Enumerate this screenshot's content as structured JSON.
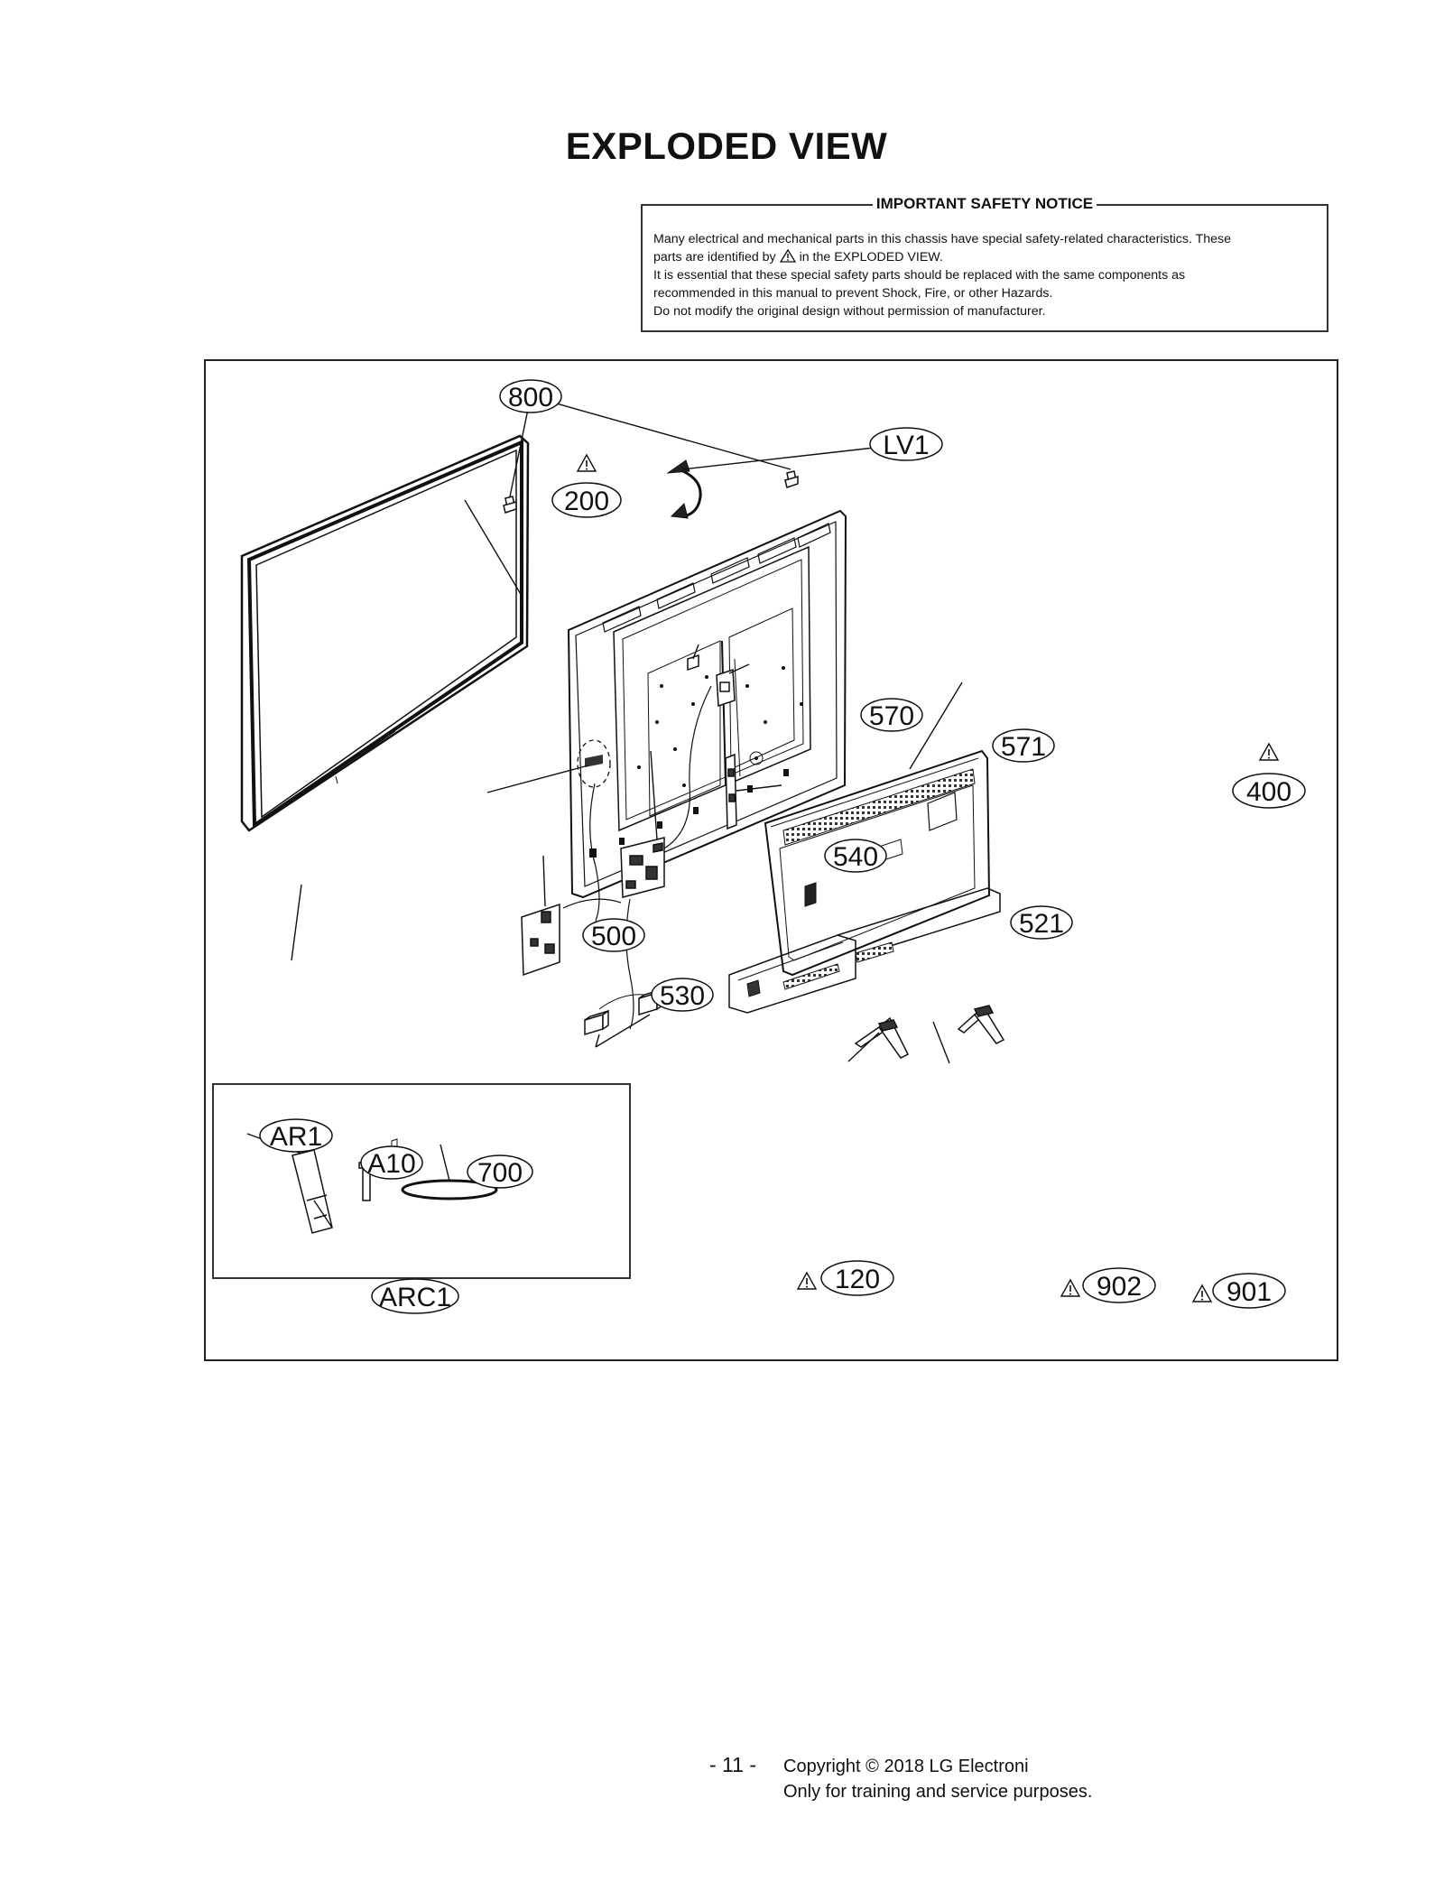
{
  "page": {
    "title": "EXPLODED VIEW",
    "page_number": "- 11 -",
    "copyright_line1": "Copyright © 2018 LG Electroni",
    "copyright_line2": "Only for training and service purposes."
  },
  "safety_notice": {
    "heading": "IMPORTANT SAFETY NOTICE",
    "line1": "Many electrical and mechanical parts in this chassis have special safety-related characteristics. These",
    "line2_before": "parts are identified by",
    "line2_after": "in the EXPLODED VIEW.",
    "line3": "It is essential that these special safety parts should be replaced with the same components as",
    "line4": "recommended in this manual to prevent Shock, Fire, or other Hazards.",
    "line5": "Do not modify the original design without permission of manufacturer."
  },
  "callouts": {
    "c800": "800",
    "lv1": "LV1",
    "c200": "200",
    "c570": "570",
    "c571": "571",
    "c400": "400",
    "c540": "540",
    "c500": "500",
    "c521": "521",
    "c530": "530",
    "ar1": "AR1",
    "a10": "A10",
    "c700": "700",
    "arc1": "ARC1",
    "c120": "120",
    "c902": "902",
    "c901": "901"
  },
  "icons": {
    "safety_mark": "warning-triangle-icon"
  }
}
